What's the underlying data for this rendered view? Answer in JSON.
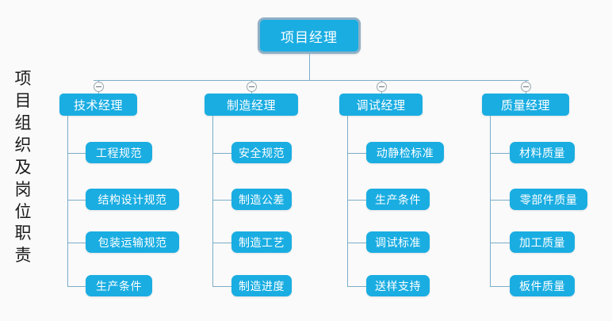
{
  "diagram": {
    "side_title": "项目组织及岗位职责",
    "root": {
      "label": "项目经理"
    },
    "toggle_icon": "collapse-minus-icon",
    "colors": {
      "node_fill": "#1aade2",
      "root_border": "#8fb0c6",
      "connector": "#7badc9",
      "text": "#ffffff",
      "background": "#fafafa",
      "side_title_text": "#1a1a1a"
    },
    "branches": [
      {
        "manager": "技术经理",
        "children": [
          "工程规范",
          "结构设计规范",
          "包装运输规范",
          "生产条件"
        ]
      },
      {
        "manager": "制造经理",
        "children": [
          "安全规范",
          "制造公差",
          "制造工艺",
          "制造进度"
        ]
      },
      {
        "manager": "调试经理",
        "children": [
          "动静检标准",
          "生产条件",
          "调试标准",
          "送样支持"
        ]
      },
      {
        "manager": "质量经理",
        "children": [
          "材料质量",
          "零部件质量",
          "加工质量",
          "板件质量"
        ]
      }
    ]
  }
}
